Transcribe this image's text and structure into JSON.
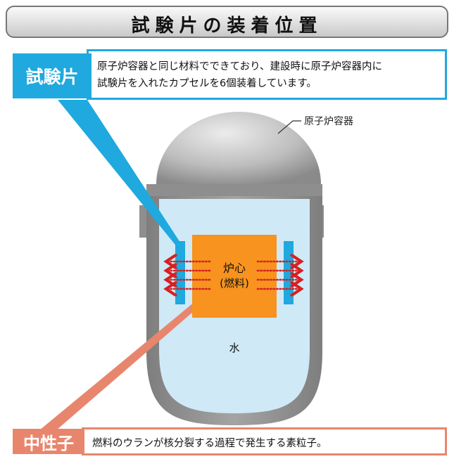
{
  "title": "試験片の装着位置",
  "specimen": {
    "label": "試験片",
    "description_line1": "原子炉容器と同じ材料でできており、建設時に原子炉容器内に",
    "description_line2": "試験片を入れたカプセルを6個装着しています。"
  },
  "vessel_label": "原子炉容器",
  "core": {
    "line1": "炉心",
    "line2": "(燃料)"
  },
  "water_label": "水",
  "neutron": {
    "label": "中性子",
    "description": "燃料のウランが核分裂する過程で発生する素粒子。"
  },
  "colors": {
    "specimen_blue": "#1fa9de",
    "neutron_salmon": "#e8866d",
    "core_orange": "#f7931e",
    "water": "#cfe9f7",
    "vessel_gray": "#8c8c8c",
    "arrow_red": "#d62020"
  }
}
